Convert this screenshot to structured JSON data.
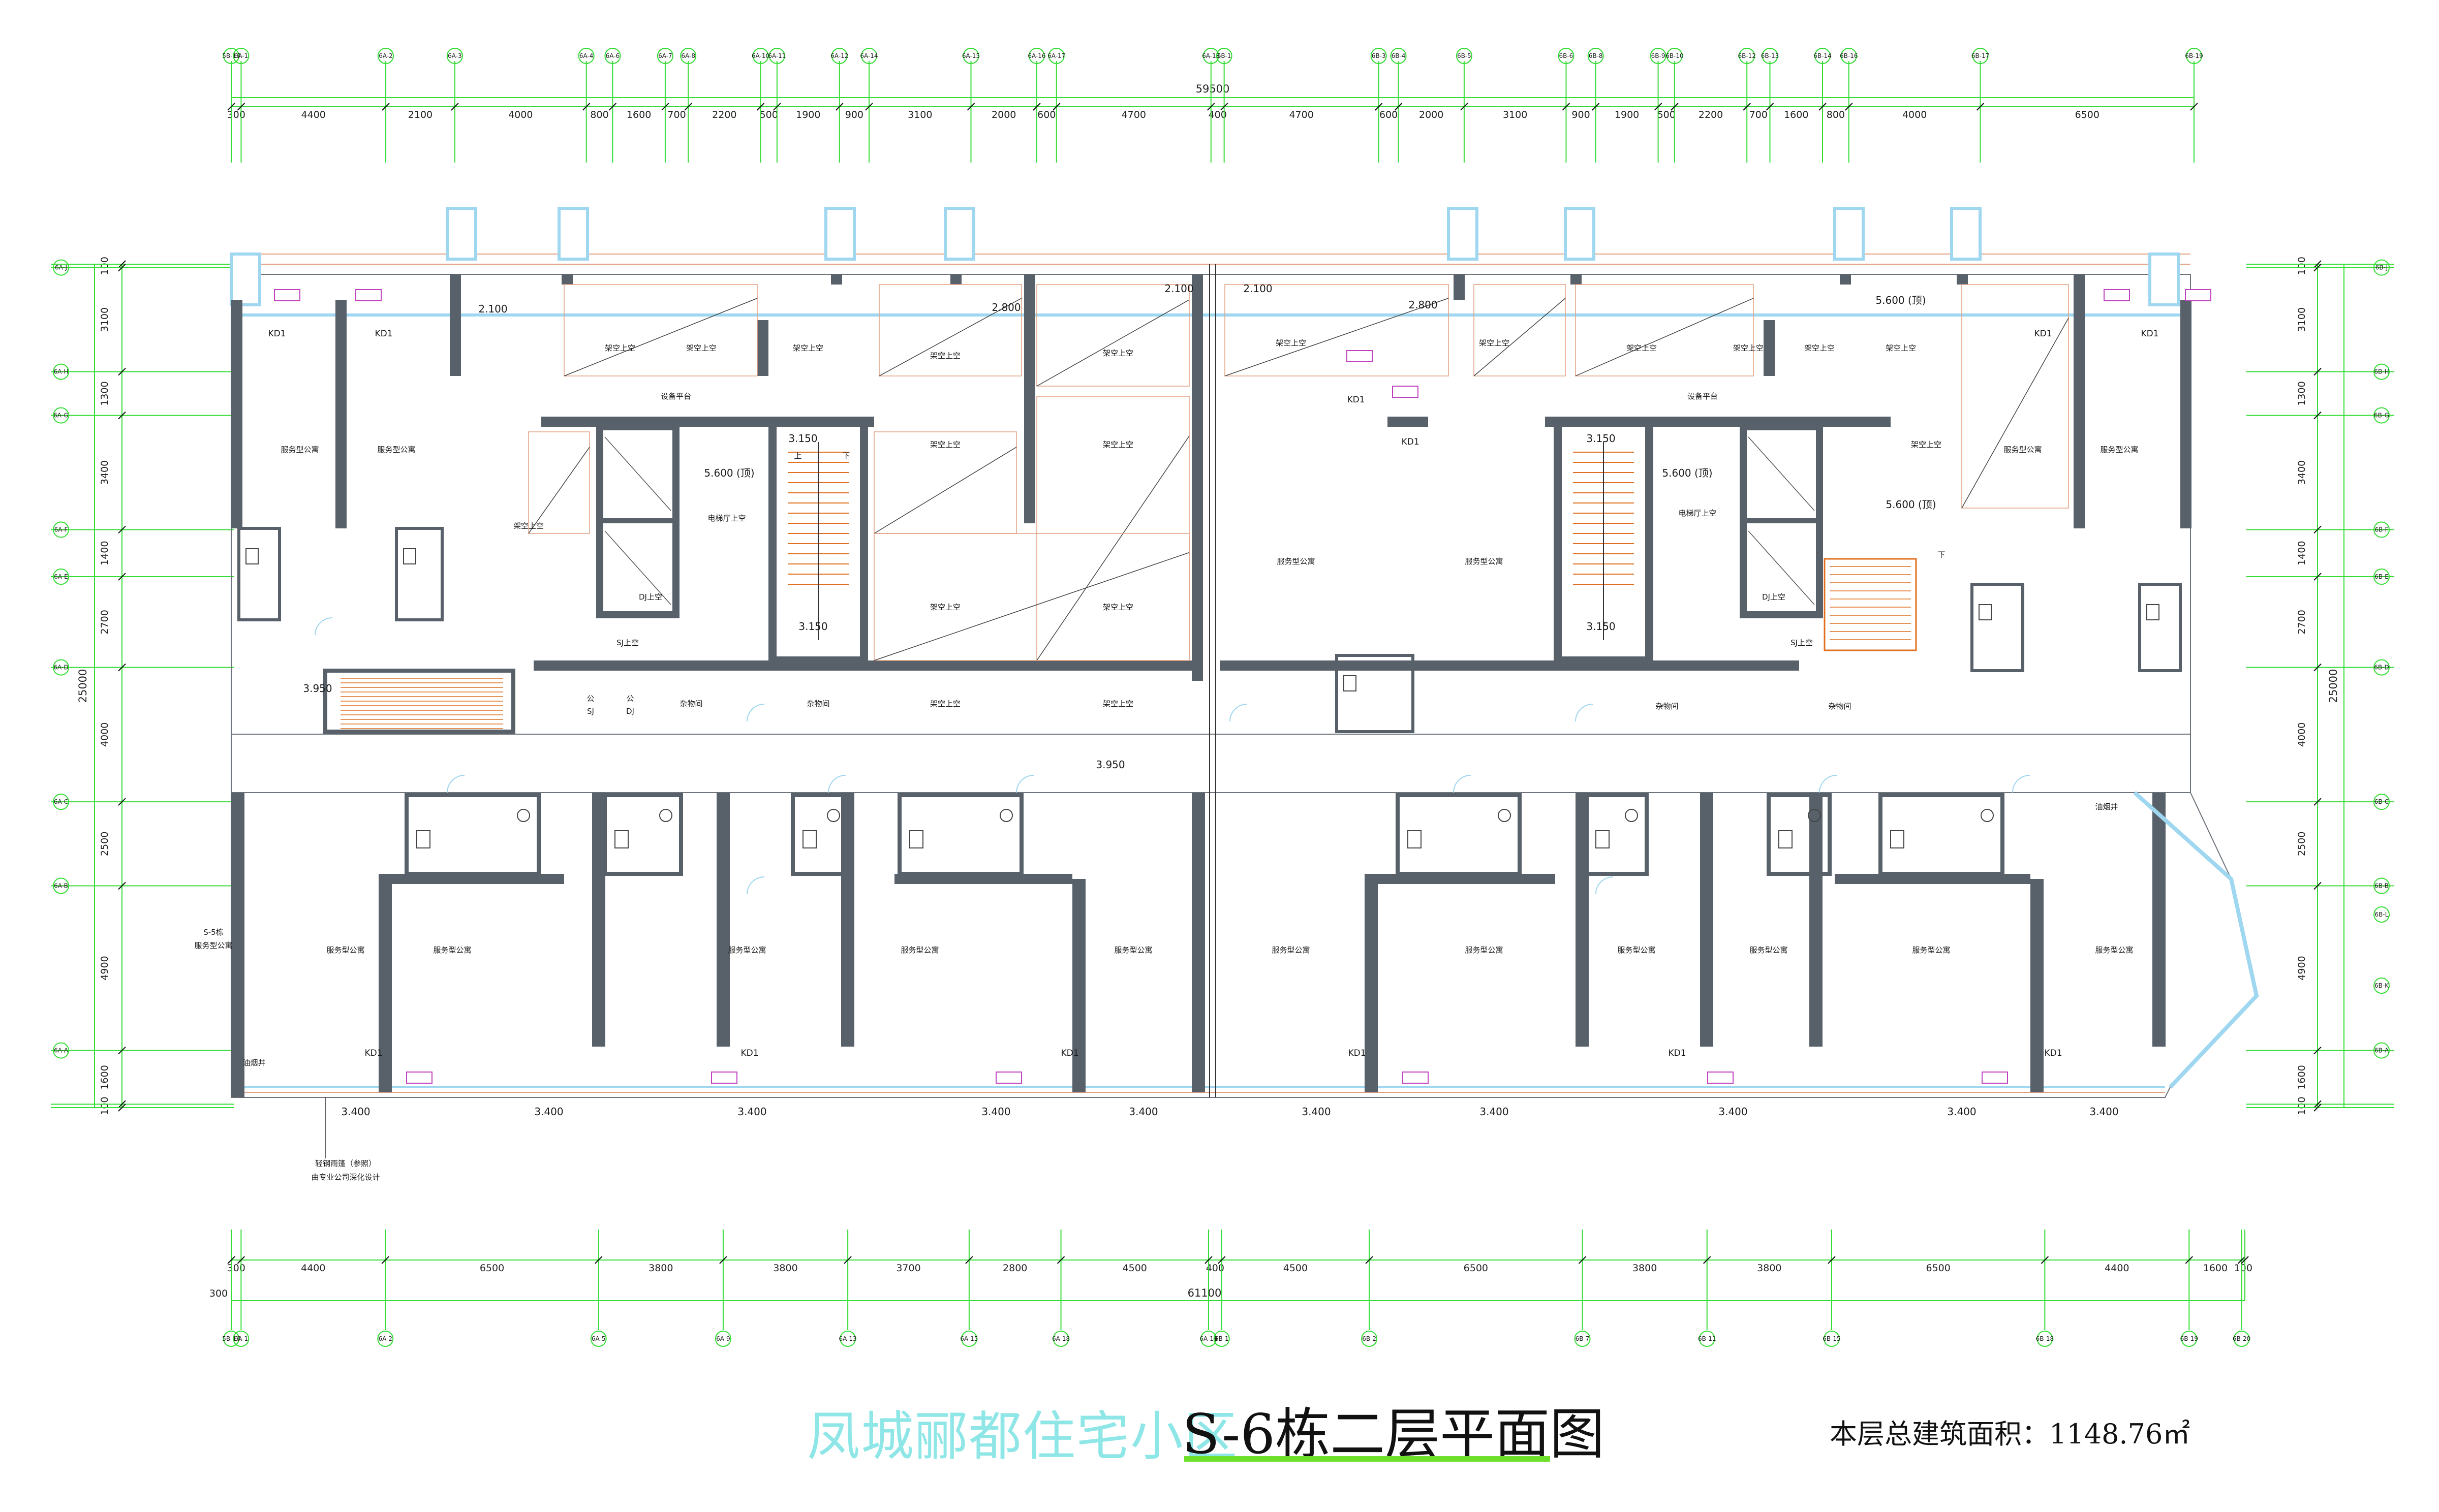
{
  "drawing": {
    "project_name": "凤城郦都住宅小区",
    "drawing_title": "S-6栋二层平面图",
    "area_text": "本层总建筑面积：1148.76㎡"
  },
  "dimensions": {
    "top_total": "59500",
    "top_segments": [
      "300",
      "4400",
      "2100",
      "4000",
      "800",
      "1600",
      "700",
      "2200",
      "500",
      "1900",
      "900",
      "3100",
      "2000",
      "600",
      "4700",
      "400",
      "4700",
      "600",
      "2000",
      "3100",
      "900",
      "1900",
      "500",
      "2200",
      "700",
      "1600",
      "800",
      "4000",
      "6500"
    ],
    "bottom_segments": [
      "300",
      "4400",
      "6500",
      "3800",
      "3800",
      "3700",
      "2800",
      "4500",
      "400",
      "4500",
      "6500",
      "3800",
      "3800",
      "6500",
      "4400",
      "1600",
      "100"
    ],
    "bottom_total_offset": "300",
    "bottom_total": "61100",
    "left_segments": [
      "100",
      "3100",
      "1300",
      "3400",
      "1400",
      "2700",
      "4000",
      "2500",
      "4900",
      "1600",
      "100"
    ],
    "left_total": "25000",
    "right_segments": [
      "100",
      "3100",
      "1300",
      "3400",
      "1400",
      "2700",
      "4000",
      "2500",
      "4900",
      "1600",
      "100"
    ],
    "right_total": "25000"
  },
  "axes": {
    "top": [
      "5B-16",
      "6A-1",
      "6A-2",
      "6A-3",
      "6A-4",
      "6A-6",
      "6A-7",
      "6A-8",
      "6A-10",
      "6A-11",
      "6A-12",
      "6A-14",
      "6A-15",
      "6A-16",
      "6A-17",
      "6A-18",
      "6B-1",
      "6B-3",
      "6B-4",
      "6B-5",
      "6B-6",
      "6B-8",
      "6B-9",
      "6B-10",
      "6B-12",
      "6B-13",
      "6B-14",
      "6B-16",
      "6B-17",
      "6B-19"
    ],
    "bottom": [
      "5B-16",
      "6A-1",
      "6A-2",
      "6A-5",
      "6A-9",
      "6A-13",
      "6A-15",
      "6A-18",
      "6A-19",
      "6B-1",
      "6B-2",
      "6B-7",
      "6B-11",
      "6B-15",
      "6B-18",
      "6B-19",
      "6B-20"
    ],
    "left": [
      "6A-J",
      "6A-H",
      "6A-G",
      "6A-F",
      "6A-E",
      "6A-D",
      "6A-C",
      "6A-B",
      "6A-A"
    ],
    "right": [
      "6B-J",
      "6B-H",
      "6B-G",
      "6B-F",
      "6B-E",
      "6B-D",
      "6B-C",
      "6B-B",
      "6B-L",
      "6B-K",
      "6B-A"
    ]
  },
  "rooms": {
    "service_apartment": "服务型公寓",
    "void_above": "架空上空",
    "equipment_platform": "设备平台",
    "elevator_hall_void": "电梯厅上空",
    "storage": "杂物间",
    "dj_void": "DJ上空",
    "sj_void": "SJ上空",
    "public_sj_line1": "公",
    "public_sj_line2": "SJ",
    "public_dj_line1": "公",
    "public_dj_line2": "DJ",
    "oil_flue": "油烟井",
    "neighbor_building_line1": "S-5栋",
    "neighbor_building_line2": "服务型公寓"
  },
  "elevations": {
    "e2100": "2.100",
    "e2800": "2.800",
    "e3150": "3.150",
    "e5600": "5.600 (顶)",
    "e3950": "3.950",
    "e3400": "3.400"
  },
  "marks": {
    "kd1": "KD1",
    "up": "上",
    "down": "下"
  },
  "notes": {
    "canopy_line1": "轻钢雨篷（参照）",
    "canopy_line2": "由专业公司深化设计"
  },
  "colors": {
    "dim_line": "#33dd33",
    "wall": "#58606a",
    "window": "#9fd6f0",
    "stair": "#e07020",
    "balcony_line": "#e0a080",
    "title_project": "#8fe6e6",
    "underline": "#6ee02c"
  }
}
